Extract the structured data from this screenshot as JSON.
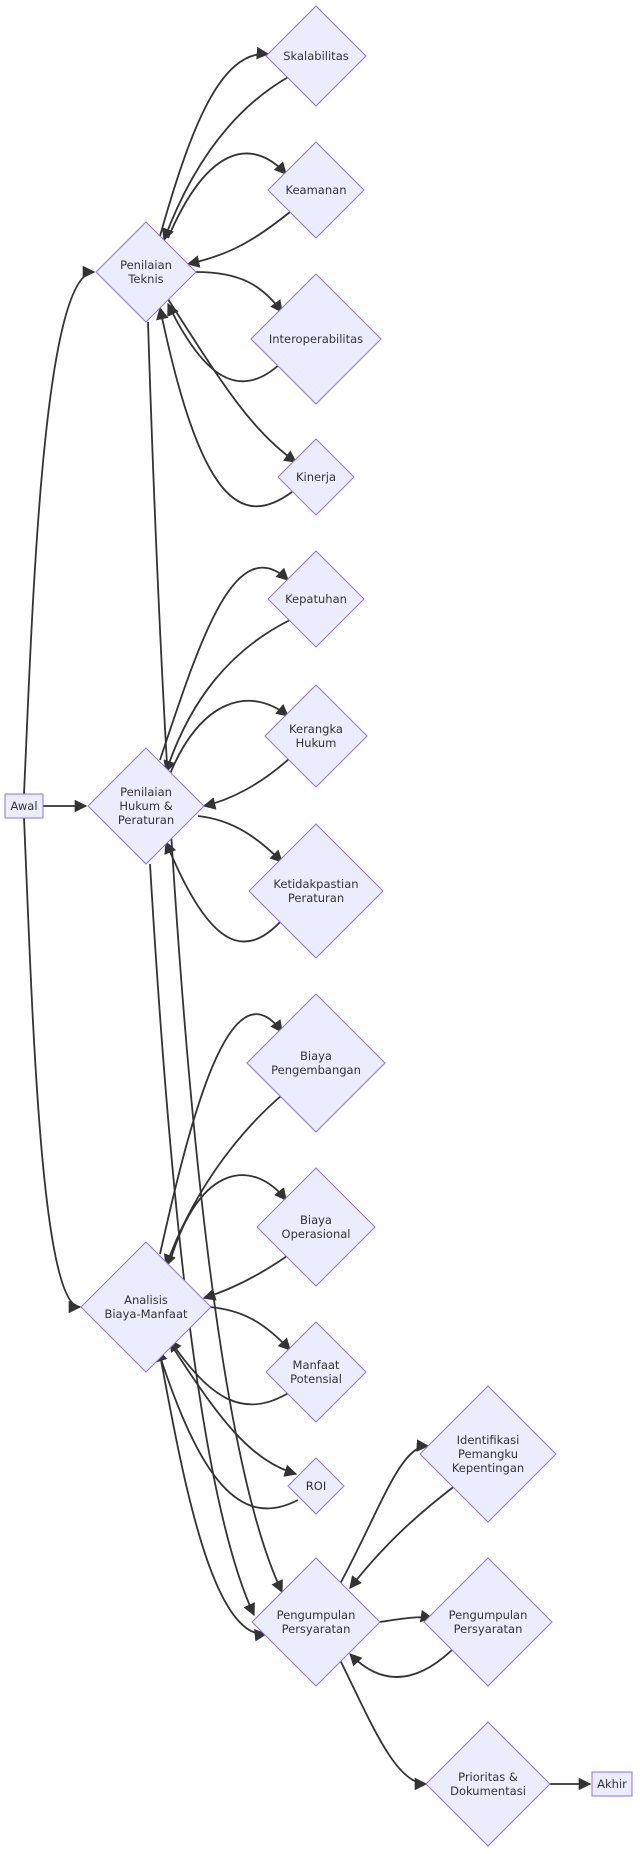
{
  "diagram": {
    "type": "flowchart",
    "direction": "LR",
    "colors": {
      "node_fill": "#ECECFF",
      "node_stroke": "#9370DB",
      "edge": "#333333",
      "text": "#333333"
    },
    "nodes": [
      {
        "id": "awal",
        "shape": "rect",
        "lines": [
          "Awal"
        ]
      },
      {
        "id": "teknis",
        "shape": "diamond",
        "lines": [
          "Penilaian",
          "Teknis"
        ]
      },
      {
        "id": "hukum",
        "shape": "diamond",
        "lines": [
          "Penilaian",
          "Hukum &",
          "Peraturan"
        ]
      },
      {
        "id": "biaya",
        "shape": "diamond",
        "lines": [
          "Analisis",
          "Biaya-Manfaat"
        ]
      },
      {
        "id": "skalabilitas",
        "shape": "diamond",
        "lines": [
          "Skalabilitas"
        ]
      },
      {
        "id": "keamanan",
        "shape": "diamond",
        "lines": [
          "Keamanan"
        ]
      },
      {
        "id": "interop",
        "shape": "diamond",
        "lines": [
          "Interoperabilitas"
        ]
      },
      {
        "id": "kinerja",
        "shape": "diamond",
        "lines": [
          "Kinerja"
        ]
      },
      {
        "id": "kepatuhan",
        "shape": "diamond",
        "lines": [
          "Kepatuhan"
        ]
      },
      {
        "id": "kerangka",
        "shape": "diamond",
        "lines": [
          "Kerangka",
          "Hukum"
        ]
      },
      {
        "id": "ketidakpastian",
        "shape": "diamond",
        "lines": [
          "Ketidakpastian",
          "Peraturan"
        ]
      },
      {
        "id": "pengembangan",
        "shape": "diamond",
        "lines": [
          "Biaya",
          "Pengembangan"
        ]
      },
      {
        "id": "operasional",
        "shape": "diamond",
        "lines": [
          "Biaya",
          "Operasional"
        ]
      },
      {
        "id": "manfaat",
        "shape": "diamond",
        "lines": [
          "Manfaat",
          "Potensial"
        ]
      },
      {
        "id": "roi",
        "shape": "diamond",
        "lines": [
          "ROI"
        ]
      },
      {
        "id": "pengumpulan1",
        "shape": "diamond",
        "lines": [
          "Pengumpulan",
          "Persyaratan"
        ]
      },
      {
        "id": "identifikasi",
        "shape": "diamond",
        "lines": [
          "Identifikasi",
          "Pemangku",
          "Kepentingan"
        ]
      },
      {
        "id": "pengumpulan2",
        "shape": "diamond",
        "lines": [
          "Pengumpulan",
          "Persyaratan"
        ]
      },
      {
        "id": "prioritas",
        "shape": "diamond",
        "lines": [
          "Prioritas &",
          "Dokumentasi"
        ]
      },
      {
        "id": "akhir",
        "shape": "rect",
        "lines": [
          "Akhir"
        ]
      }
    ],
    "edges": [
      [
        "awal",
        "teknis"
      ],
      [
        "awal",
        "hukum"
      ],
      [
        "awal",
        "biaya"
      ],
      [
        "teknis",
        "skalabilitas"
      ],
      [
        "skalabilitas",
        "teknis"
      ],
      [
        "teknis",
        "keamanan"
      ],
      [
        "keamanan",
        "teknis"
      ],
      [
        "teknis",
        "interop"
      ],
      [
        "interop",
        "teknis"
      ],
      [
        "teknis",
        "kinerja"
      ],
      [
        "kinerja",
        "teknis"
      ],
      [
        "hukum",
        "kepatuhan"
      ],
      [
        "kepatuhan",
        "hukum"
      ],
      [
        "hukum",
        "kerangka"
      ],
      [
        "kerangka",
        "hukum"
      ],
      [
        "hukum",
        "ketidakpastian"
      ],
      [
        "ketidakpastian",
        "hukum"
      ],
      [
        "biaya",
        "pengembangan"
      ],
      [
        "pengembangan",
        "biaya"
      ],
      [
        "biaya",
        "operasional"
      ],
      [
        "operasional",
        "biaya"
      ],
      [
        "biaya",
        "manfaat"
      ],
      [
        "manfaat",
        "biaya"
      ],
      [
        "biaya",
        "roi"
      ],
      [
        "roi",
        "biaya"
      ],
      [
        "teknis",
        "pengumpulan1"
      ],
      [
        "hukum",
        "pengumpulan1"
      ],
      [
        "biaya",
        "pengumpulan1"
      ],
      [
        "pengumpulan1",
        "identifikasi"
      ],
      [
        "identifikasi",
        "pengumpulan1"
      ],
      [
        "pengumpulan1",
        "pengumpulan2"
      ],
      [
        "pengumpulan2",
        "pengumpulan1"
      ],
      [
        "pengumpulan1",
        "prioritas"
      ],
      [
        "prioritas",
        "akhir"
      ]
    ]
  }
}
